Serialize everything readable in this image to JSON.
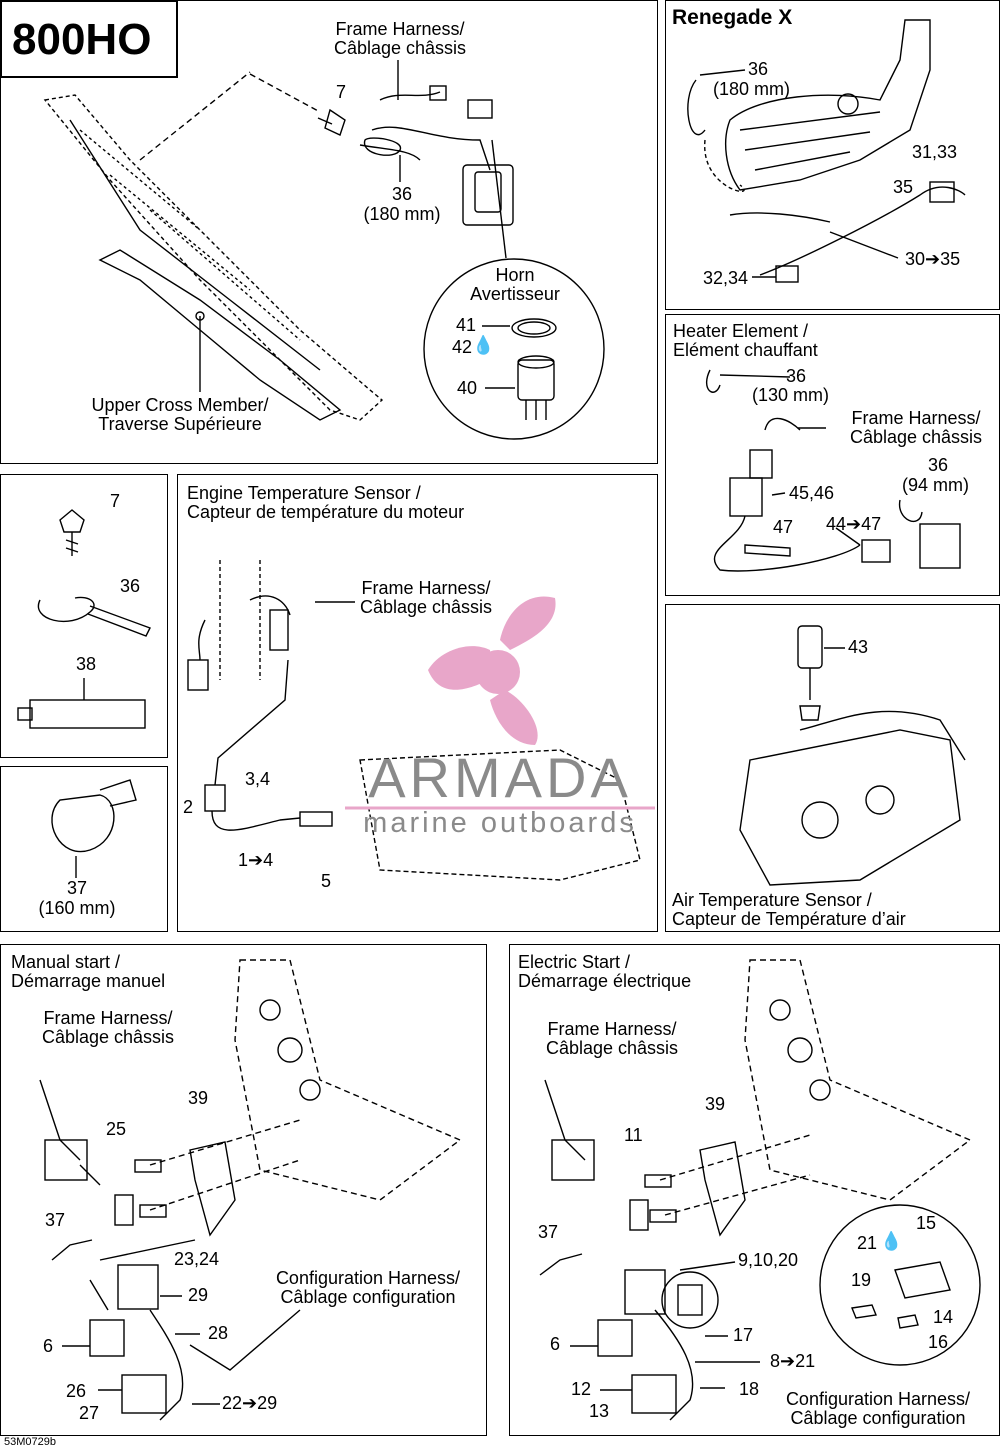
{
  "badge": "800HO",
  "doc_ref": "53M0729b",
  "watermark": {
    "brand": "ARMADA",
    "tagline": "marine outboards",
    "color": "#e8a6c9"
  },
  "main": {
    "frame_harness": "Frame Harness/\nCâblage châssis",
    "n7": "7",
    "n36": "36",
    "n36_len": "(180 mm)",
    "horn": "Horn\nAvertisseur",
    "n41": "41",
    "n42": "42",
    "n40": "40",
    "upper_cross": "Upper Cross Member/\nTraverse Supérieure"
  },
  "renegade": {
    "title": "Renegade X",
    "n36": "36",
    "n36_len": "(180 mm)",
    "n31_33": "31,33",
    "n35": "35",
    "n30_35": "30➔35",
    "n32_34": "32,34"
  },
  "heater": {
    "title": "Heater Element /\nElément chauffant",
    "n36a": "36",
    "n36a_len": "(130 mm)",
    "frame_harness": "Frame Harness/\nCâblage châssis",
    "n36b": "36",
    "n36b_len": "(94 mm)",
    "n45_46": "45,46",
    "n47": "47",
    "n44_47": "44➔47"
  },
  "parts": {
    "n7": "7",
    "n36": "36",
    "n38": "38",
    "n37": "37",
    "n37_len": "(160 mm)"
  },
  "engine_temp": {
    "title": "Engine Temperature Sensor /\nCapteur de température du moteur",
    "frame_harness": "Frame Harness/\nCâblage châssis",
    "n3_4": "3,4",
    "n2": "2",
    "n1_4": "1➔4",
    "n5": "5"
  },
  "air_temp": {
    "n43": "43",
    "title": "Air Temperature Sensor /\nCapteur de Température d’air"
  },
  "manual": {
    "title": "Manual start /\nDémarrage manuel",
    "frame_harness": "Frame Harness/\nCâblage châssis",
    "n39": "39",
    "n25": "25",
    "n37": "37",
    "n23_24": "23,24",
    "n29": "29",
    "config_harness": "Configuration Harness/\nCâblage configuration",
    "n28": "28",
    "n6": "6",
    "n26": "26",
    "n27": "27",
    "n22_29": "22➔29"
  },
  "electric": {
    "title": "Electric Start /\nDémarrage électrique",
    "frame_harness": "Frame Harness/\nCâblage châssis",
    "n39": "39",
    "n11": "11",
    "n37": "37",
    "n9_10_20": "9,10,20",
    "n21": "21",
    "n15": "15",
    "n19": "19",
    "n14": "14",
    "n16": "16",
    "n17": "17",
    "n6": "6",
    "n8_21": "8➔21",
    "n12": "12",
    "n13": "13",
    "n18": "18",
    "config_harness": "Configuration Harness/\nCâblage configuration"
  }
}
